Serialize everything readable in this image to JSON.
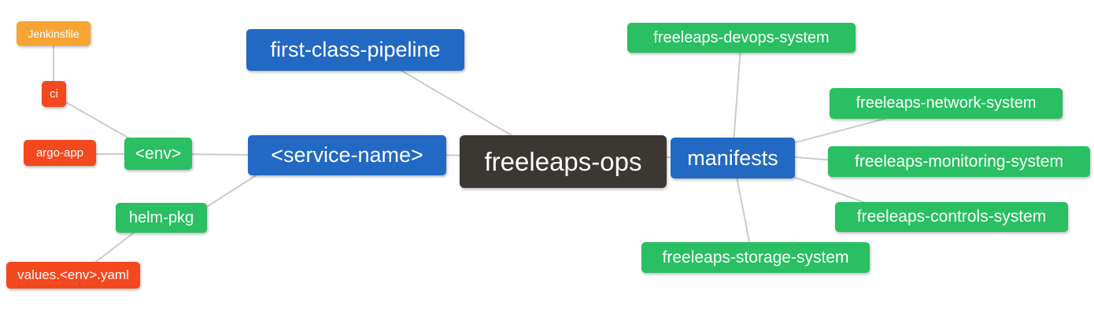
{
  "diagram": {
    "type": "mindmap",
    "root": "freeleaps-ops",
    "colors": {
      "root_node": "#3b3733",
      "branch_blue": "#2169c3",
      "leaf_green": "#29bf62",
      "leaf_red": "#f4481e",
      "leaf_orange": "#f7a433",
      "edge_line": "#cbcbcb",
      "node_text": "#ffffff",
      "background": "#ffffff"
    },
    "nodes": [
      {
        "id": "jenkinsfile",
        "label": "Jenkinsfile",
        "color": "orange"
      },
      {
        "id": "ci",
        "label": "ci",
        "color": "red"
      },
      {
        "id": "argo-app",
        "label": "argo-app",
        "color": "red"
      },
      {
        "id": "env",
        "label": "<env>",
        "color": "green"
      },
      {
        "id": "helm-pkg",
        "label": "helm-pkg",
        "color": "green"
      },
      {
        "id": "values-env-yaml",
        "label": "values.<env>.yaml",
        "color": "red"
      },
      {
        "id": "first-class-pipeline",
        "label": "first-class-pipeline",
        "color": "blue"
      },
      {
        "id": "service-name",
        "label": "<service-name>",
        "color": "blue"
      },
      {
        "id": "freeleaps-ops",
        "label": "freeleaps-ops",
        "color": "dark"
      },
      {
        "id": "manifests",
        "label": "manifests",
        "color": "blue"
      },
      {
        "id": "freeleaps-devops-system",
        "label": "freeleaps-devops-system",
        "color": "green"
      },
      {
        "id": "freeleaps-network-system",
        "label": "freeleaps-network-system",
        "color": "green"
      },
      {
        "id": "freeleaps-monitoring-system",
        "label": "freeleaps-monitoring-system",
        "color": "green"
      },
      {
        "id": "freeleaps-controls-system",
        "label": "freeleaps-controls-system",
        "color": "green"
      },
      {
        "id": "freeleaps-storage-system",
        "label": "freeleaps-storage-system",
        "color": "green"
      }
    ],
    "edges": [
      [
        "Jenkinsfile",
        "ci"
      ],
      [
        "ci",
        "<env>"
      ],
      [
        "argo-app",
        "<env>"
      ],
      [
        "<env>",
        "<service-name>"
      ],
      [
        "helm-pkg",
        "<service-name>"
      ],
      [
        "values.<env>.yaml",
        "helm-pkg"
      ],
      [
        "first-class-pipeline",
        "freeleaps-ops"
      ],
      [
        "<service-name>",
        "freeleaps-ops"
      ],
      [
        "freeleaps-ops",
        "manifests"
      ],
      [
        "manifests",
        "freeleaps-devops-system"
      ],
      [
        "manifests",
        "freeleaps-network-system"
      ],
      [
        "manifests",
        "freeleaps-monitoring-system"
      ],
      [
        "manifests",
        "freeleaps-controls-system"
      ],
      [
        "manifests",
        "freeleaps-storage-system"
      ]
    ]
  }
}
